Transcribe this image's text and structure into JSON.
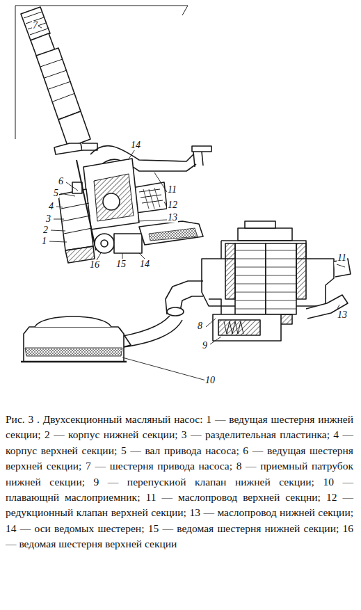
{
  "diagram": {
    "caption": "Рис. 3 . Двухсекционный масляный насос: 1 — ведущая шестерня инжней секции; 2 — корпус нижней секции; 3 — разделительная пластинка; 4 — корпус верхней секции; 5 — вал привода насоса; 6 — ведущая шестерня верхней секции; 7 — шестерня привода насоса; 8 — приемный патрубок нижней секции; 9 — перепускиой клапан нижней секции; 10 — плавающнй маслоприемник; 11 — маслопровод верхней секцни; 12 — редукционный клапан верхней секции; 13 — маслопровод нижней секции; 14 — оси ведомых шестерен; 15 — ведомая шестерня нижней секции; 16 — ведомая шестерня верхней секции",
    "labels": [
      "7",
      "14",
      "6",
      "5",
      "4",
      "3",
      "2",
      "1",
      "16",
      "15",
      "14",
      "11",
      "12",
      "13",
      "11",
      "8",
      "13",
      "9",
      "10"
    ]
  }
}
